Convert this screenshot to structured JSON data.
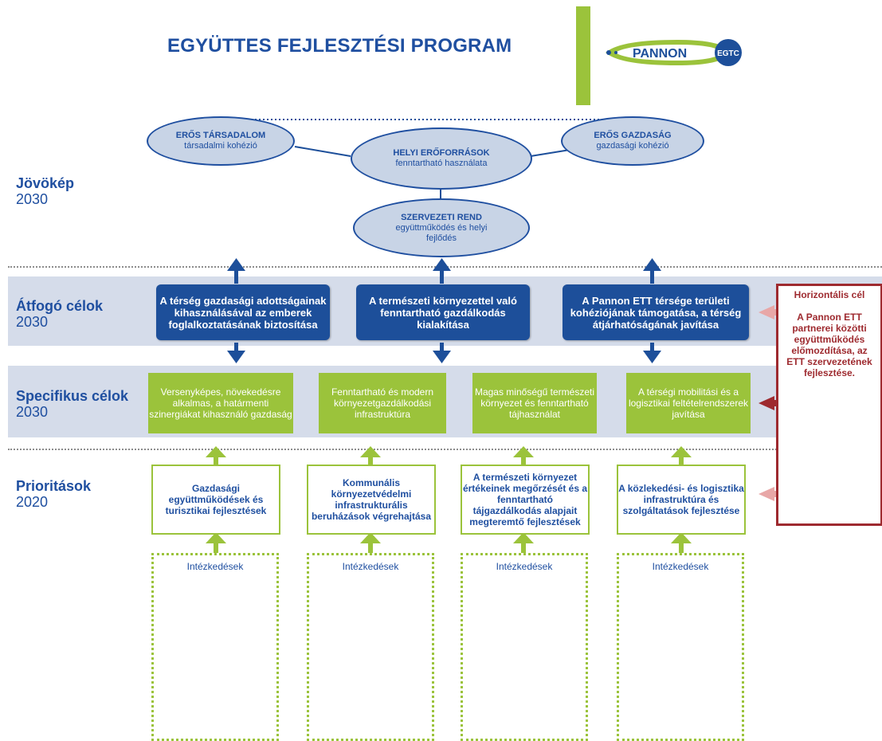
{
  "header": {
    "title": "EGYÜTTES FEJLESZTÉSI PROGRAM",
    "logo_word_main": "PANNON",
    "logo_word_badge": "EGTC"
  },
  "rows": [
    {
      "label": "Jövökép",
      "year": "2030"
    },
    {
      "label": "Átfogó célok",
      "year": "2030"
    },
    {
      "label": "Specifikus célok",
      "year": "2030"
    },
    {
      "label": "Prioritások",
      "year": "2020"
    }
  ],
  "vision": {
    "ellipses": [
      {
        "title": "ERŐS TÁRSADALOM",
        "subtitle": "társadalmi kohézió"
      },
      {
        "title": "HELYI ERŐFORRÁSOK",
        "subtitle": "fenntartható használata"
      },
      {
        "title": "ERŐS GAZDASÁG",
        "subtitle": "gazdasági kohézió"
      },
      {
        "title": "SZERVEZETI REND",
        "subtitle": "együttműködés és helyi fejlődés"
      }
    ]
  },
  "overall_goals": [
    "A térség gazdasági adottságainak kihasználásával az emberek foglalkoztatásának biztosítása",
    "A természeti környezettel való fenntartható gazdálkodás kialakítása",
    "A Pannon ETT térsége területi kohéziójának támogatása, a térség átjárhatóságának javítása"
  ],
  "specific_goals": [
    "Versenyképes, növekedésre alkalmas, a határmenti szinergiákat kihasználó gazdaság",
    "Fenntartható és modern környezetgazdálkodási infrastruktúra",
    "Magas minőségű természeti környezet és fenntartható tájhasználat",
    "A térségi mobilitási és a logisztikai feltételrendszerek javítása"
  ],
  "priorities": [
    "Gazdasági együttműködések és turisztikai fejlesztések",
    "Kommunális környezetvédelmi infrastrukturális beruházások végrehajtása",
    "A természeti környezet értékeinek megőrzését és a fenntartható tájgazdálkodás alapjait megteremtő fejlesztések",
    "A közlekedési- és logisztika infrastruktúra és szolgáltatások fejlesztése"
  ],
  "measures": [
    "Intézkedések",
    "Intézkedések",
    "Intézkedések",
    "Intézkedések"
  ],
  "horizontal": {
    "title": "Horizontális cél",
    "body": "A Pannon ETT partnerei közötti együttműködés előmozdítása, az ETT szervezetének fejlesztése."
  },
  "colors": {
    "navy": "#1d4f9a",
    "green": "#9bc33b",
    "band": "#d5dcea",
    "maroon": "#9e2a2f",
    "pink_arrow": "#e8a7a7"
  }
}
